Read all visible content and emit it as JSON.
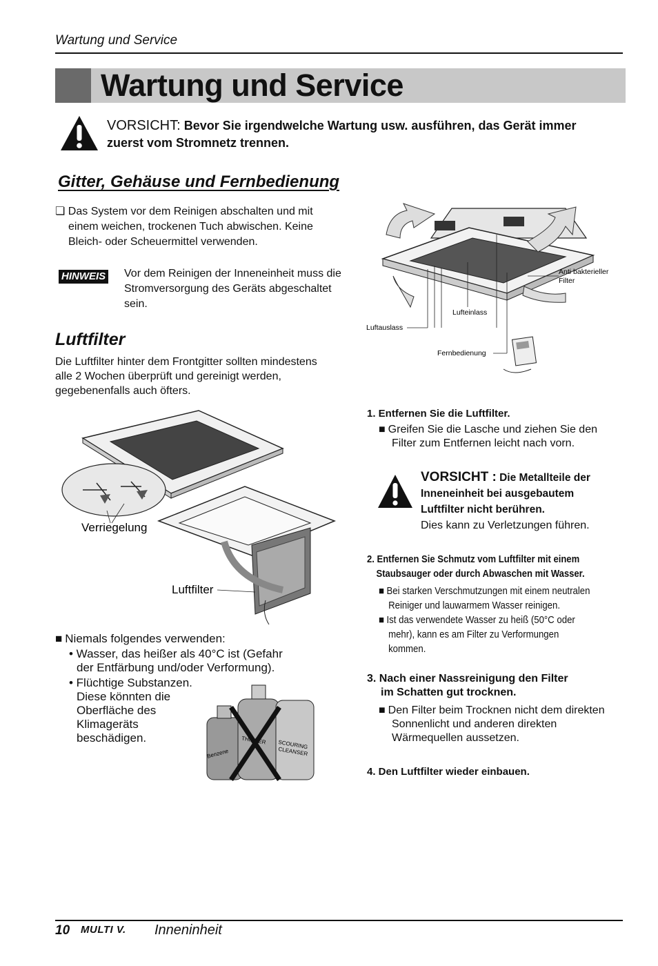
{
  "header": {
    "section": "Wartung und Service"
  },
  "title": "Wartung und Service",
  "caution1": {
    "label": "VORSICHT:",
    "text": "Bevor Sie irgendwelche Wartung usw. ausführen, das Gerät immer zuerst vom Stromnetz trennen."
  },
  "section_grid": {
    "heading": "Gitter, Gehäuse und Fernbedienung",
    "bullet_line1": "Das System vor dem Reinigen abschalten und mit",
    "bullet_line2": "einem weichen, trockenen Tuch abwischen. Keine",
    "bullet_line3": "Bleich- oder Scheuermittel verwenden.",
    "hinweis_label": "HINWEIS",
    "hinweis_text": "Vor dem Reinigen der Inneneinheit muss die Stromversorgung des Geräts abgeschaltet sein."
  },
  "section_filter": {
    "heading": "Luftfilter",
    "text": "Die Luftfilter hinter dem Frontgitter sollten mindestens alle 2 Wochen überprüft und gereinigt werden, gegebenenfalls auch öfters."
  },
  "figure_top": {
    "label_antibac_1": "Anti bakterieller",
    "label_antibac_2": "Filter",
    "label_inlet": "Lufteinlass",
    "label_outlet": "Luftauslass",
    "label_remote": "Fernbedienung"
  },
  "figure_left": {
    "label_lock": "Verriegelung",
    "label_filter": "Luftfilter"
  },
  "never_use": {
    "lead": "Niemals folgendes verwenden:",
    "item1": "• Wasser, das heißer als 40°C ist (Gefahr der Entfärbung und/oder Verformung).",
    "item2": "• Flüchtige Substanzen. Diese könnten die Oberfläche des Klimageräts beschädigen."
  },
  "bottles": {
    "b1": "Benzene",
    "b2": "THINNER",
    "b3_1": "SCOURING",
    "b3_2": "CLEANSER"
  },
  "steps": {
    "s1": "1. Entfernen Sie die Luftfilter.",
    "s1_text": "Greifen Sie die Lasche und ziehen Sie den Filter zum Entfernen leicht nach vorn.",
    "caution2_label": "VORSICHT :",
    "caution2_bold": "Die Metallteile der Inneneinheit bei ausgebautem Luftfilter nicht berühren.",
    "caution2_norm": "Dies kann zu Verletzungen führen.",
    "s2_line1": "2. Entfernen Sie Schmutz vom Luftfilter mit einem",
    "s2_line2": "Staubsauger oder durch Abwaschen mit Wasser.",
    "s2_b1": "Bei starken Verschmutzungen mit einem neutralen Reiniger und lauwarmem Wasser reinigen.",
    "s2_b2": "Ist das verwendete Wasser zu heiß (50°C oder mehr), kann es am Filter zu Verformungen kommen.",
    "s3_line1": "3. Nach einer Nassreinigung den Filter",
    "s3_line2": "im Schatten gut trocknen.",
    "s3_text": "Den Filter beim Trocknen nicht dem direkten Sonnenlicht und anderen direkten Wärmequellen aussetzen.",
    "s4": "4. Den Luftfilter wieder einbauen."
  },
  "footer": {
    "page": "10",
    "logo": "MULTI V.",
    "text": "Inneninheit"
  }
}
